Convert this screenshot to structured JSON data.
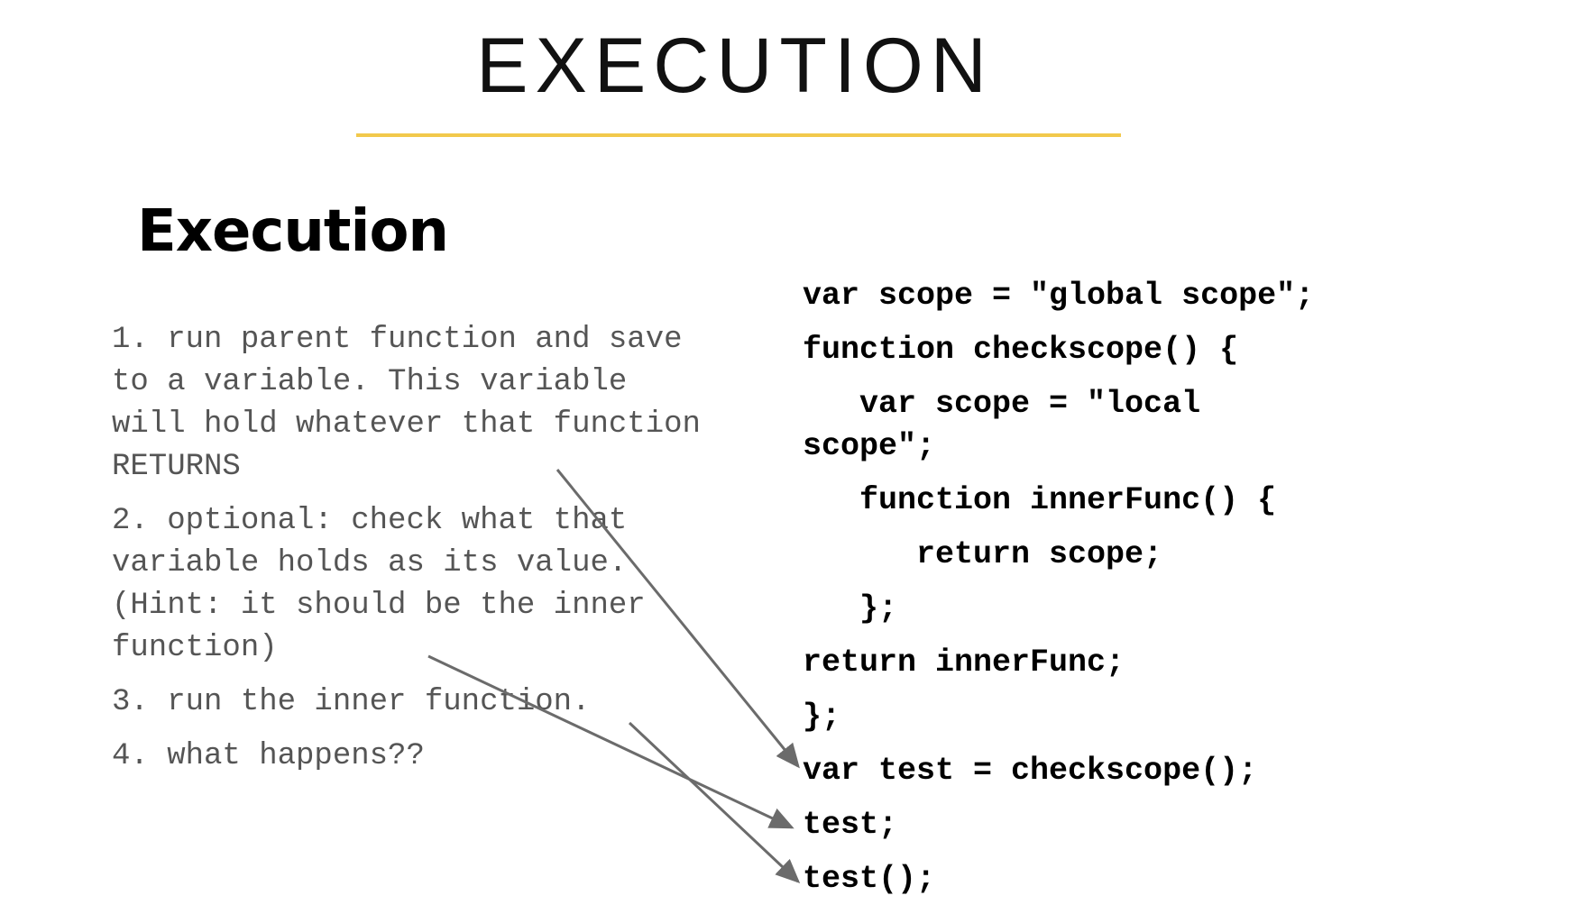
{
  "slide": {
    "title": "EXECUTION",
    "accent_color": "#f2c94c"
  },
  "left": {
    "heading": "Execution",
    "steps": [
      "1. run parent function and save to a variable. This variable will hold whatever that function RETURNS",
      "2. optional: check what that variable holds as its value. (Hint: it should be the inner function)",
      "3. run the inner function.",
      "4. what happens??"
    ]
  },
  "code": {
    "lines": [
      "var scope = \"global scope\";",
      "function checkscope() {",
      "   var scope = \"local",
      "scope\";",
      "   function innerFunc() {",
      "      return scope;",
      "   };",
      "return innerFunc;",
      "};",
      "var test = checkscope();",
      "test;",
      "test();"
    ]
  },
  "arrows": {
    "color": "#6b6b6b"
  }
}
